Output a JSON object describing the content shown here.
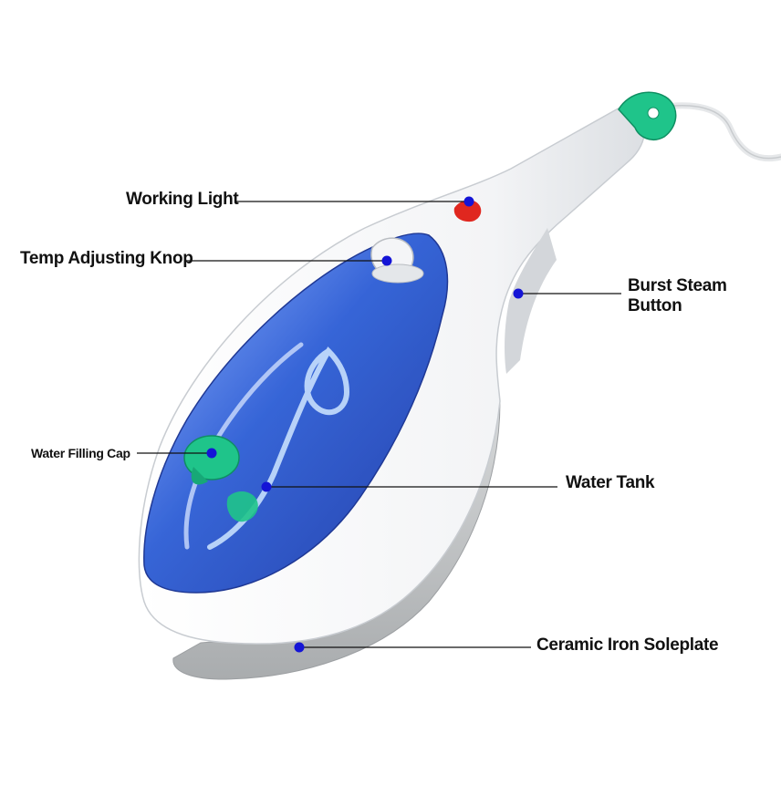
{
  "labels": {
    "working_light": "Working Light",
    "temp_adjusting_knop": "Temp Adjusting Knop",
    "burst_steam_line1": "Burst Steam",
    "burst_steam_line2": "Button",
    "water_filling_cap": "Water Filling Cap",
    "water_tank": "Water Tank",
    "ceramic_iron_soleplate": "Ceramic Iron Soleplate"
  },
  "colors": {
    "marker_dot": "#1414d6",
    "leader_line": "#111111",
    "body_white": "#f7f8fa",
    "tank_blue": "#2f5fd6",
    "accent_green": "#1fc48a",
    "soleplate_grey": "#c9cbcc",
    "working_light_red": "#e0271f"
  },
  "icons": {
    "product": "handheld-garment-steamer"
  }
}
